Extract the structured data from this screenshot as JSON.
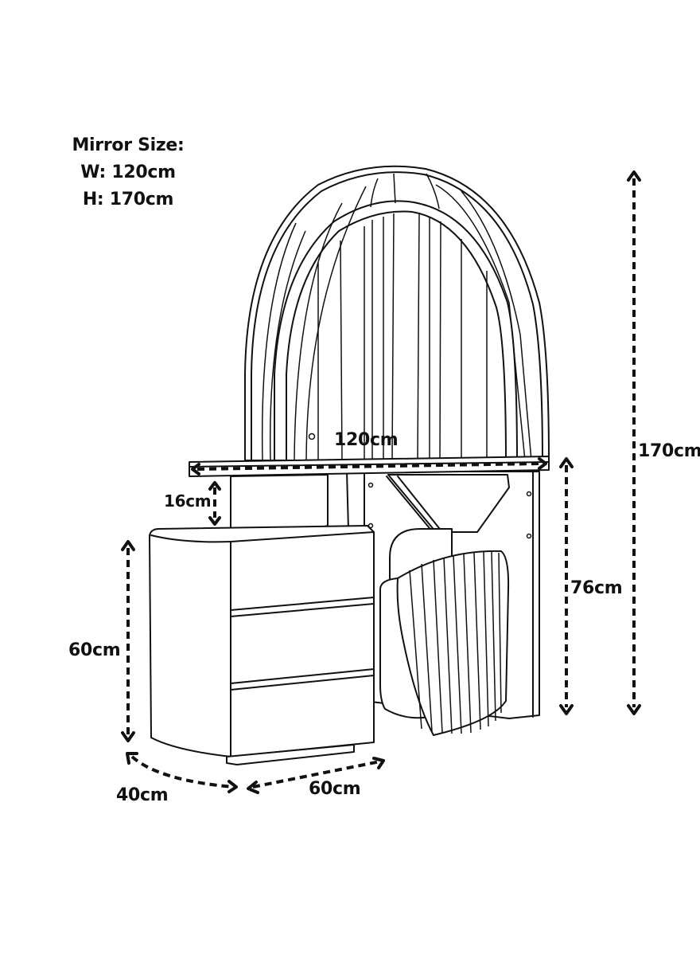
{
  "mirror_size": {
    "heading": "Mirror Size:",
    "width_line": "W: 120cm",
    "height_line": "H: 170cm"
  },
  "dimensions": {
    "table_width": "120cm",
    "shelf_gap": "16cm",
    "total_height": "170cm",
    "table_height": "76cm",
    "drawer_height": "60cm",
    "drawer_depth": "40cm",
    "drawer_width": "60cm"
  },
  "components": {
    "mirror": "arched-mirror",
    "tabletop": "table-top",
    "drawer_unit": "three-drawer-cabinet",
    "drawer_count": 3,
    "stool": "fluted-stool",
    "side_panel": "side-support-panel"
  },
  "colors": {
    "line": "#111111",
    "background": "#ffffff"
  }
}
